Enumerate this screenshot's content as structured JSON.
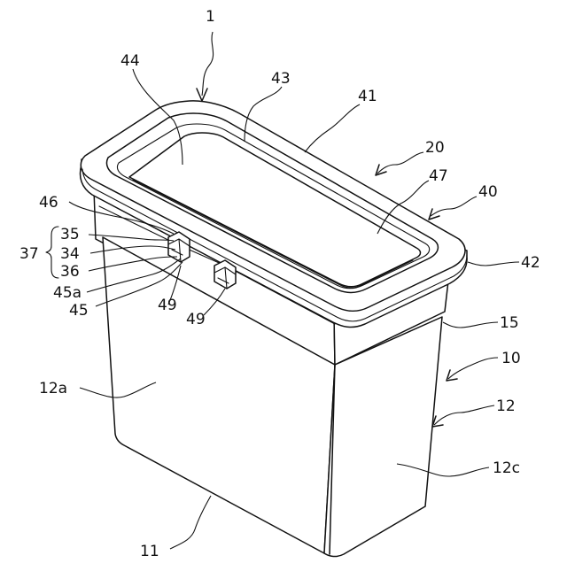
{
  "labels": {
    "l1": "1",
    "l44": "44",
    "l43": "43",
    "l41": "41",
    "l20": "20",
    "l47": "47",
    "l40": "40",
    "l46": "46",
    "l35": "35",
    "l34": "34",
    "l37": "37",
    "l36": "36",
    "l45a": "45a",
    "l45": "45",
    "l49a": "49",
    "l49b": "49",
    "l42": "42",
    "l15": "15",
    "l10": "10",
    "l12a": "12a",
    "l12": "12",
    "l12c": "12c",
    "l11": "11"
  }
}
